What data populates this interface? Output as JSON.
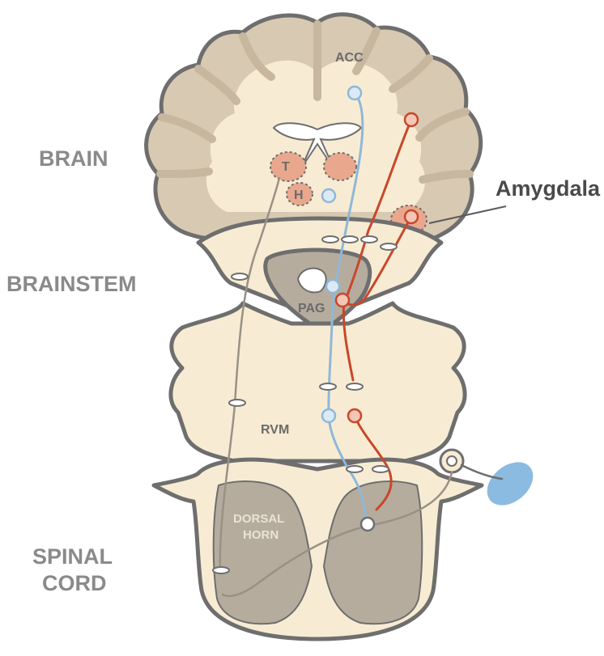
{
  "labels": {
    "brain": "BRAIN",
    "brainstem": "BRAINSTEM",
    "spinal_cord_line1": "SPINAL",
    "spinal_cord_line2": "CORD",
    "acc": "ACC",
    "thalamus": "T",
    "hypothalamus": "H",
    "pag": "PAG",
    "rvm": "RVM",
    "dorsal_horn_line1": "DORSAL",
    "dorsal_horn_line2": "HORN",
    "amygdala": "Amygdala"
  },
  "colors": {
    "tissue": "#f7ecd3",
    "cortex": "#d8c9b2",
    "outline": "#6e6e6e",
    "gray_matter": "#b5ac9e",
    "descending_pathway": "#c9472b",
    "ascending_pathway": "#8fb8d8",
    "nucleus_fill": "#e9a88e",
    "sensory_ending": "#8bbbe0"
  }
}
